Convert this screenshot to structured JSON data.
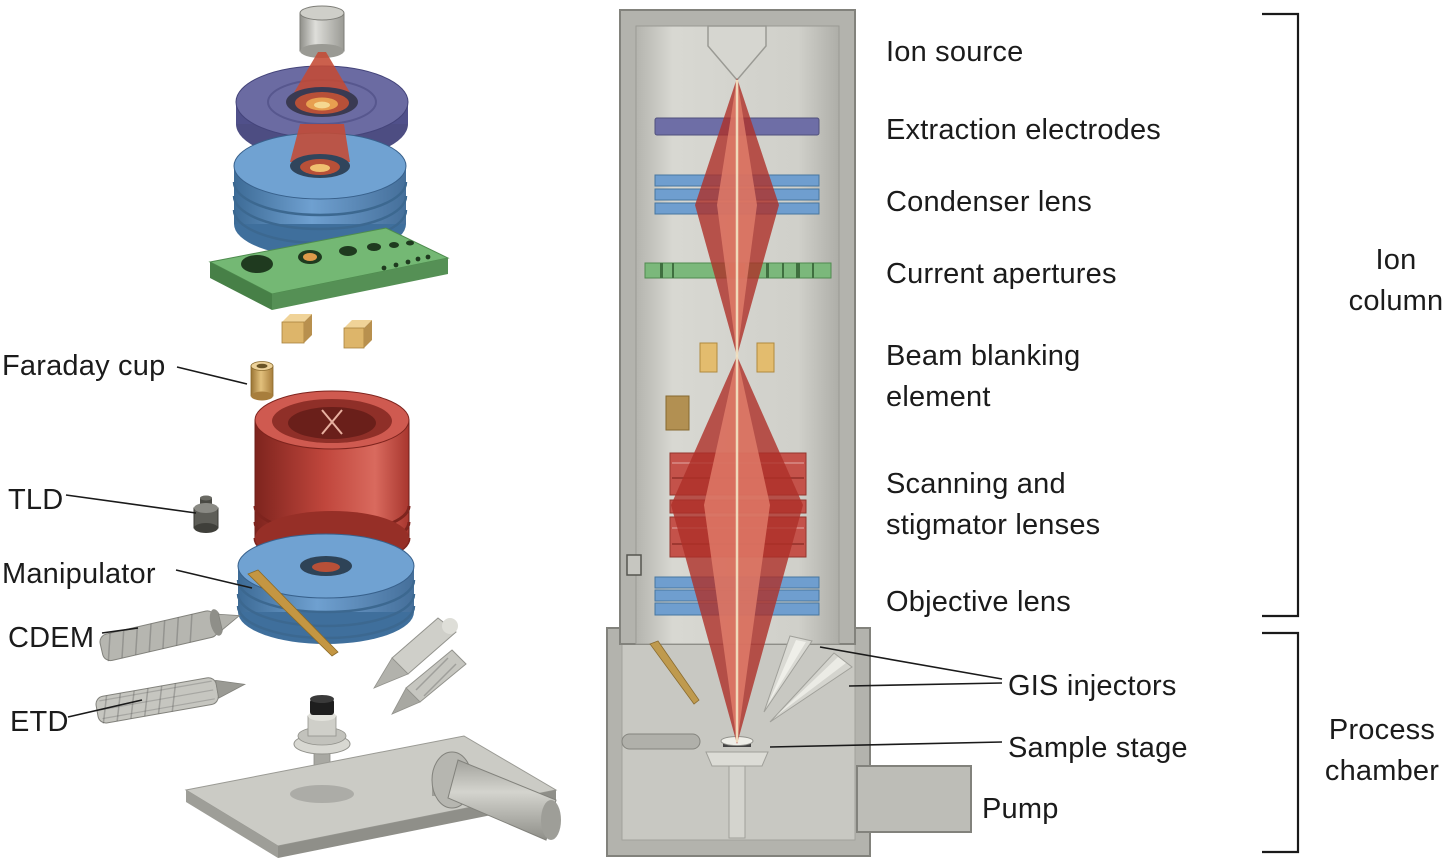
{
  "figure": {
    "type": "schematic-diagram",
    "subject": "Focused ion beam instrument: exploded component view and ion column cross-section"
  },
  "exploded_view_labels": {
    "faraday_cup": "Faraday cup",
    "tld": "TLD",
    "manipulator": "Manipulator",
    "cdem": "CDEM",
    "etd": "ETD"
  },
  "column_labels": {
    "ion_source": "Ion source",
    "extraction_electrodes": "Extraction electrodes",
    "condenser_lens": "Condenser lens",
    "current_apertures": "Current apertures",
    "beam_blanking_element": "Beam blanking element",
    "scanning_stigmator": "Scanning and stigmator lenses",
    "objective_lens": "Objective lens"
  },
  "chamber_labels": {
    "gis_injectors": "GIS injectors",
    "sample_stage": "Sample stage",
    "pump": "Pump"
  },
  "section_brackets": {
    "ion_column": "Ion column",
    "process_chamber": "Process chamber"
  },
  "colors": {
    "extraction_purple": "#6e6ea6",
    "lens_blue": "#6f9ecf",
    "aperture_green": "#7bb87b",
    "blanking_gold": "#e3bc6e",
    "scan_lens_red": "#c4524a",
    "beam_red": "#b2342c",
    "housing_gray": "#b3b3ad",
    "text": "#1b1b1b"
  }
}
